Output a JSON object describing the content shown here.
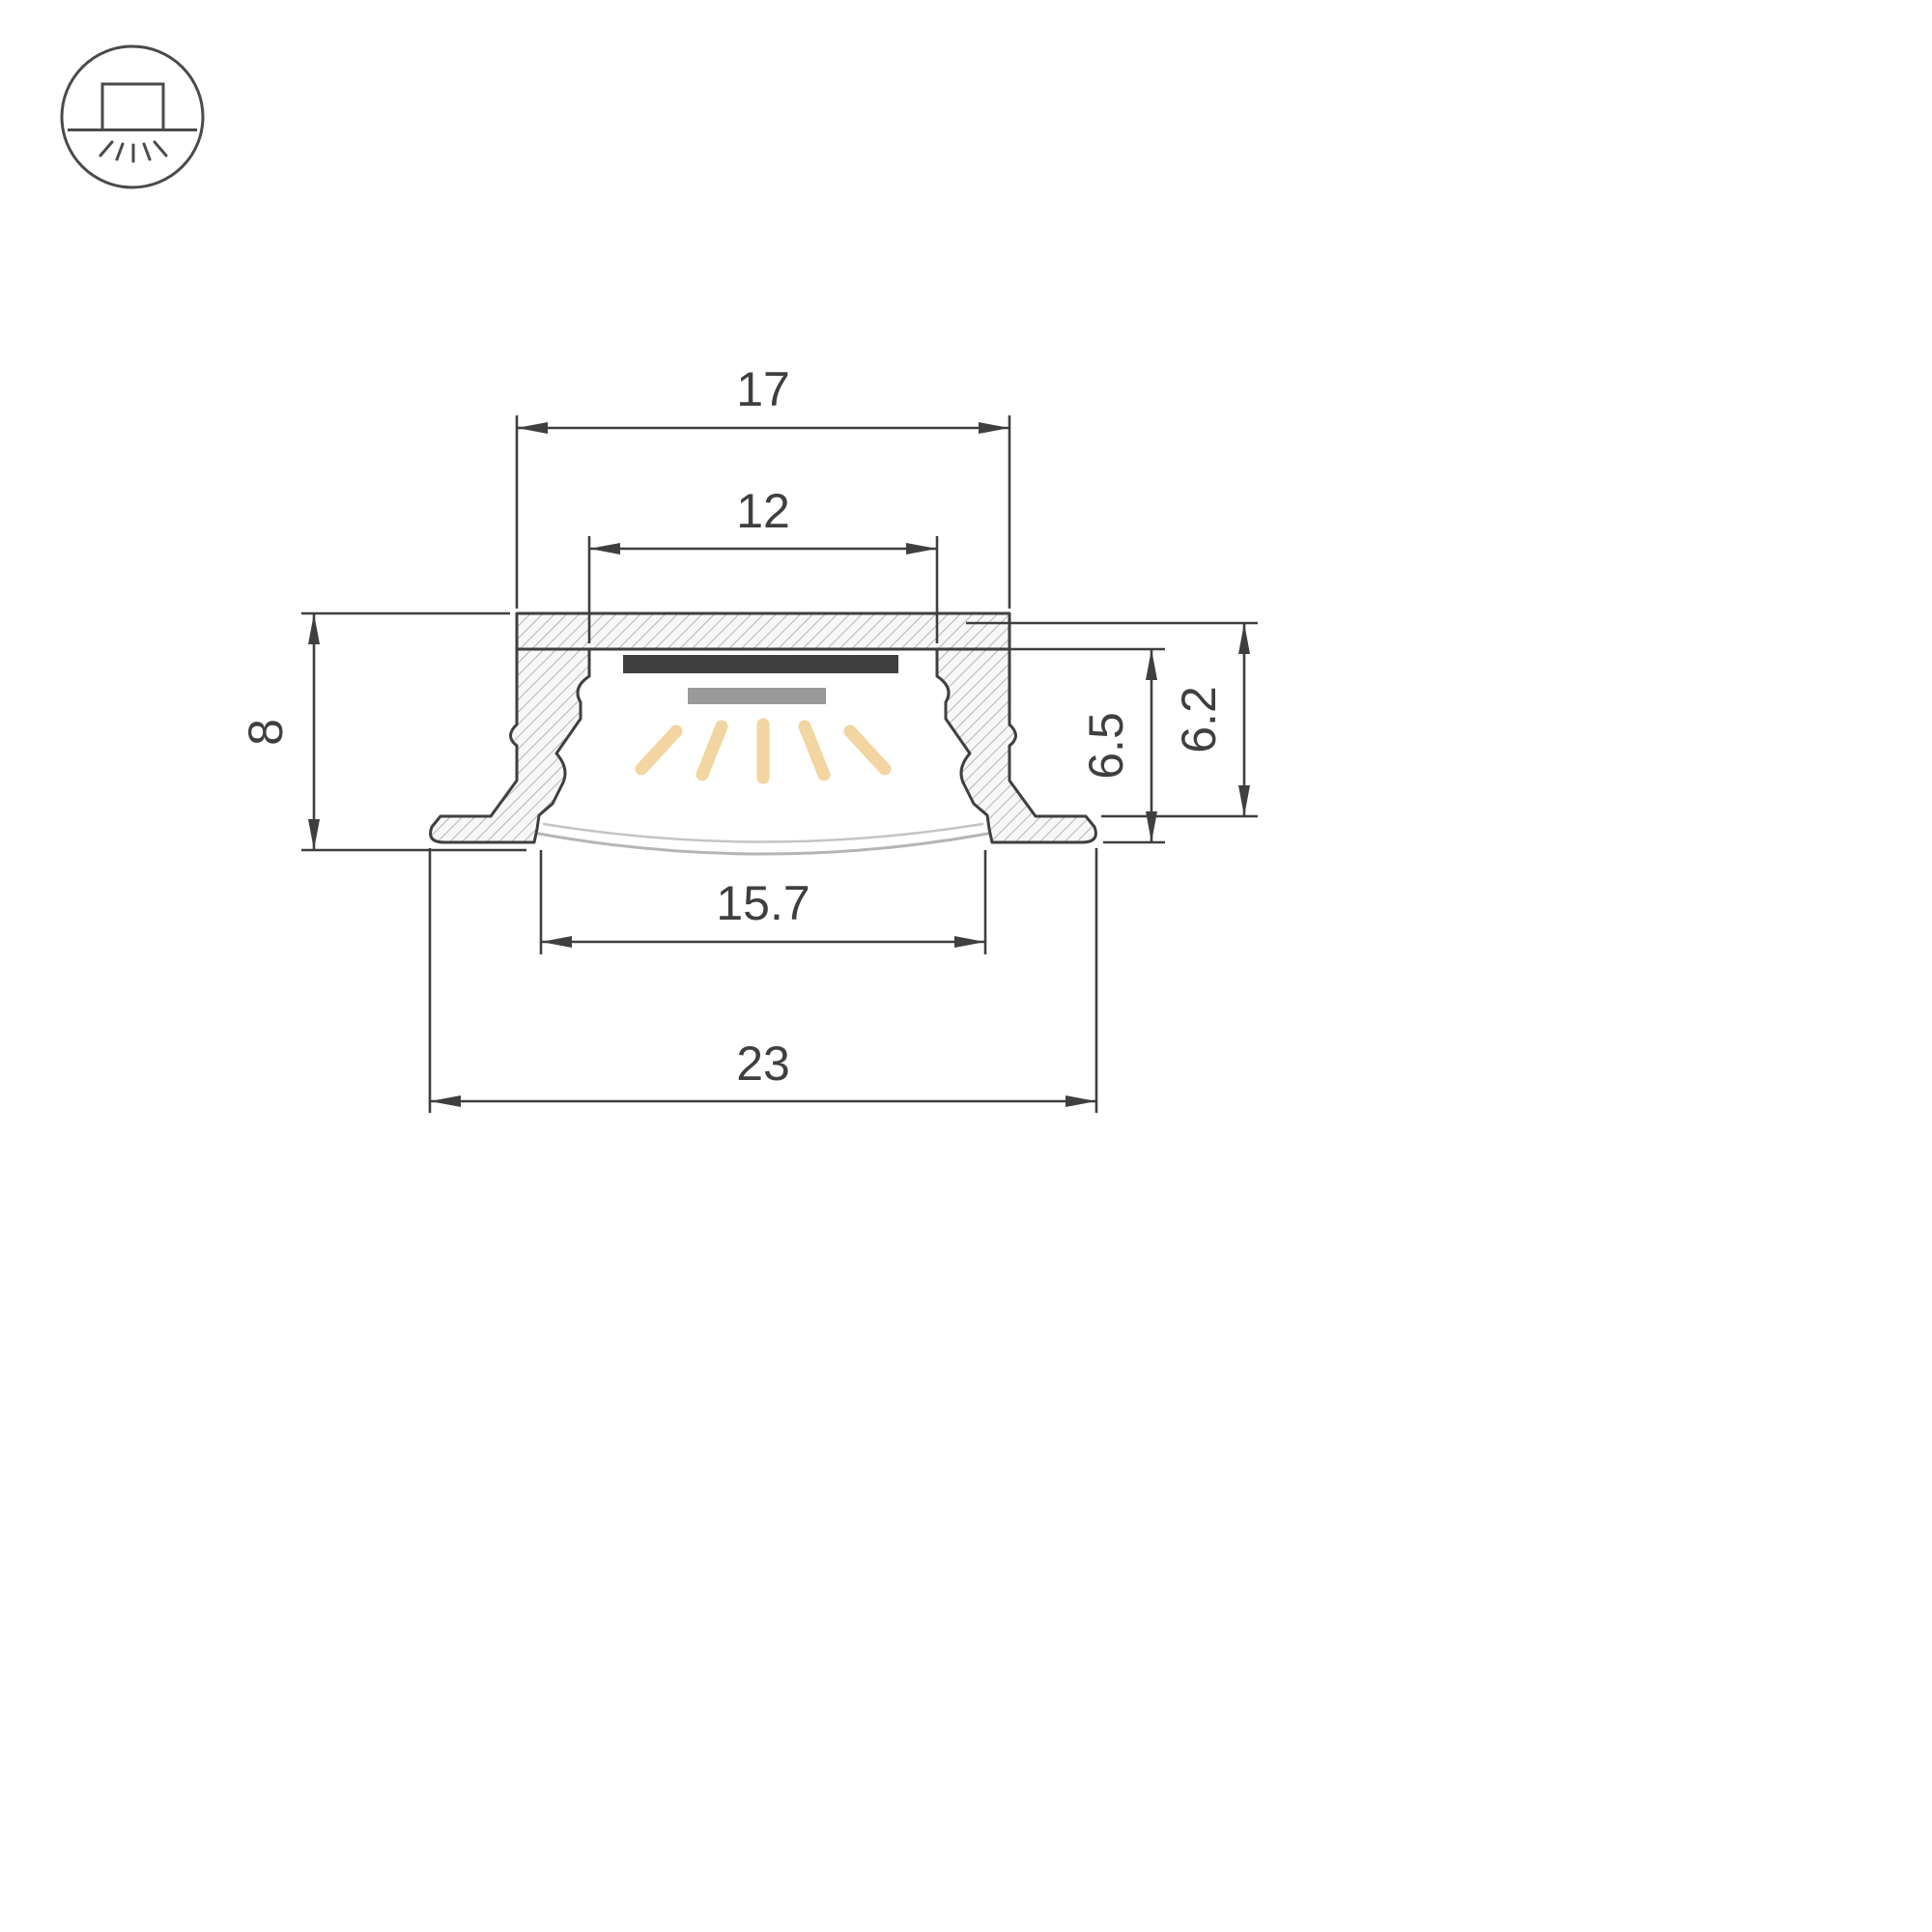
{
  "icon": {
    "name": "recessed-downlight-mount-icon"
  },
  "dims": {
    "top_width": "17",
    "inner_width": "12",
    "height": "8",
    "inner_height": "6.5",
    "recess_height": "6.2",
    "diffuser_width": "15.7",
    "overall_width": "23"
  },
  "colors": {
    "line": "#3f3f3f",
    "hatch_line": "#b5b5b5",
    "hatch_bg": "#f7f7f7",
    "led_pcb": "#404040",
    "led_chip": "#9a9a9a",
    "light_ray": "#f2d5a0",
    "diffuser": "#b5b5b5"
  }
}
